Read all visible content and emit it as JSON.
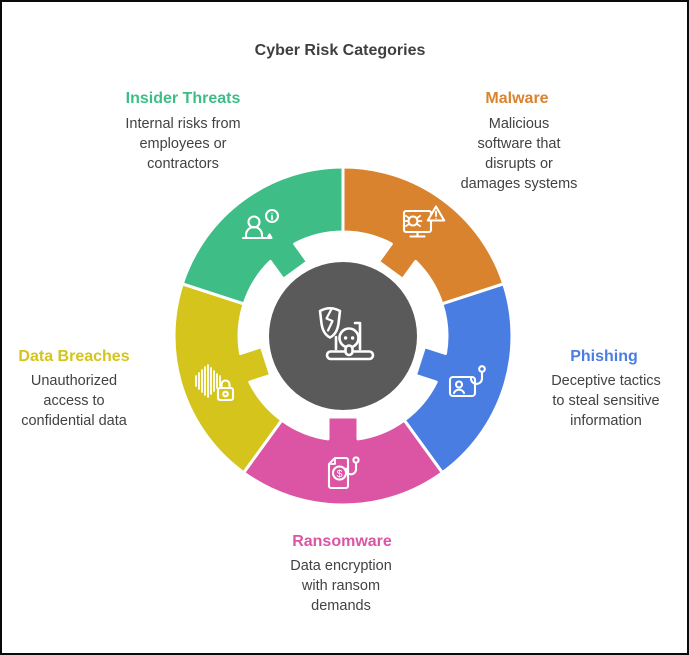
{
  "title": "Cyber Risk Categories",
  "colors": {
    "background": "#ffffff",
    "frame": "#0a0a0a",
    "center_circle": "#5a5a5a",
    "title_text": "#3f3f3f",
    "body_text": "#424242"
  },
  "center": {
    "icon": "compromised-laptop-shield-skull-icon"
  },
  "categories": [
    {
      "id": "malware",
      "name": "Malware",
      "description": "Malicious\nsoftware that\ndisrupts or\ndamages systems",
      "color": "#d9832f",
      "icon": "monitor-bug-warning-icon"
    },
    {
      "id": "phishing",
      "name": "Phishing",
      "description": "Deceptive tactics\nto steal sensitive\ninformation",
      "color": "#4a7de2",
      "icon": "id-card-fishhook-icon"
    },
    {
      "id": "ransomware",
      "name": "Ransomware",
      "description": "Data encryption\nwith ransom\ndemands",
      "color": "#dc55a4",
      "icon": "ransom-note-fishhook-icon",
      "icon_glyph": "$"
    },
    {
      "id": "data-breaches",
      "name": "Data Breaches",
      "description": "Unauthorized\naccess to\nconfidential data",
      "color": "#d4c41c",
      "icon": "data-wave-padlock-icon"
    },
    {
      "id": "insider-threats",
      "name": "Insider Threats",
      "description": "Internal risks from\nemployees or\ncontractors",
      "color": "#3ebe86",
      "icon": "person-info-desk-icon"
    }
  ]
}
